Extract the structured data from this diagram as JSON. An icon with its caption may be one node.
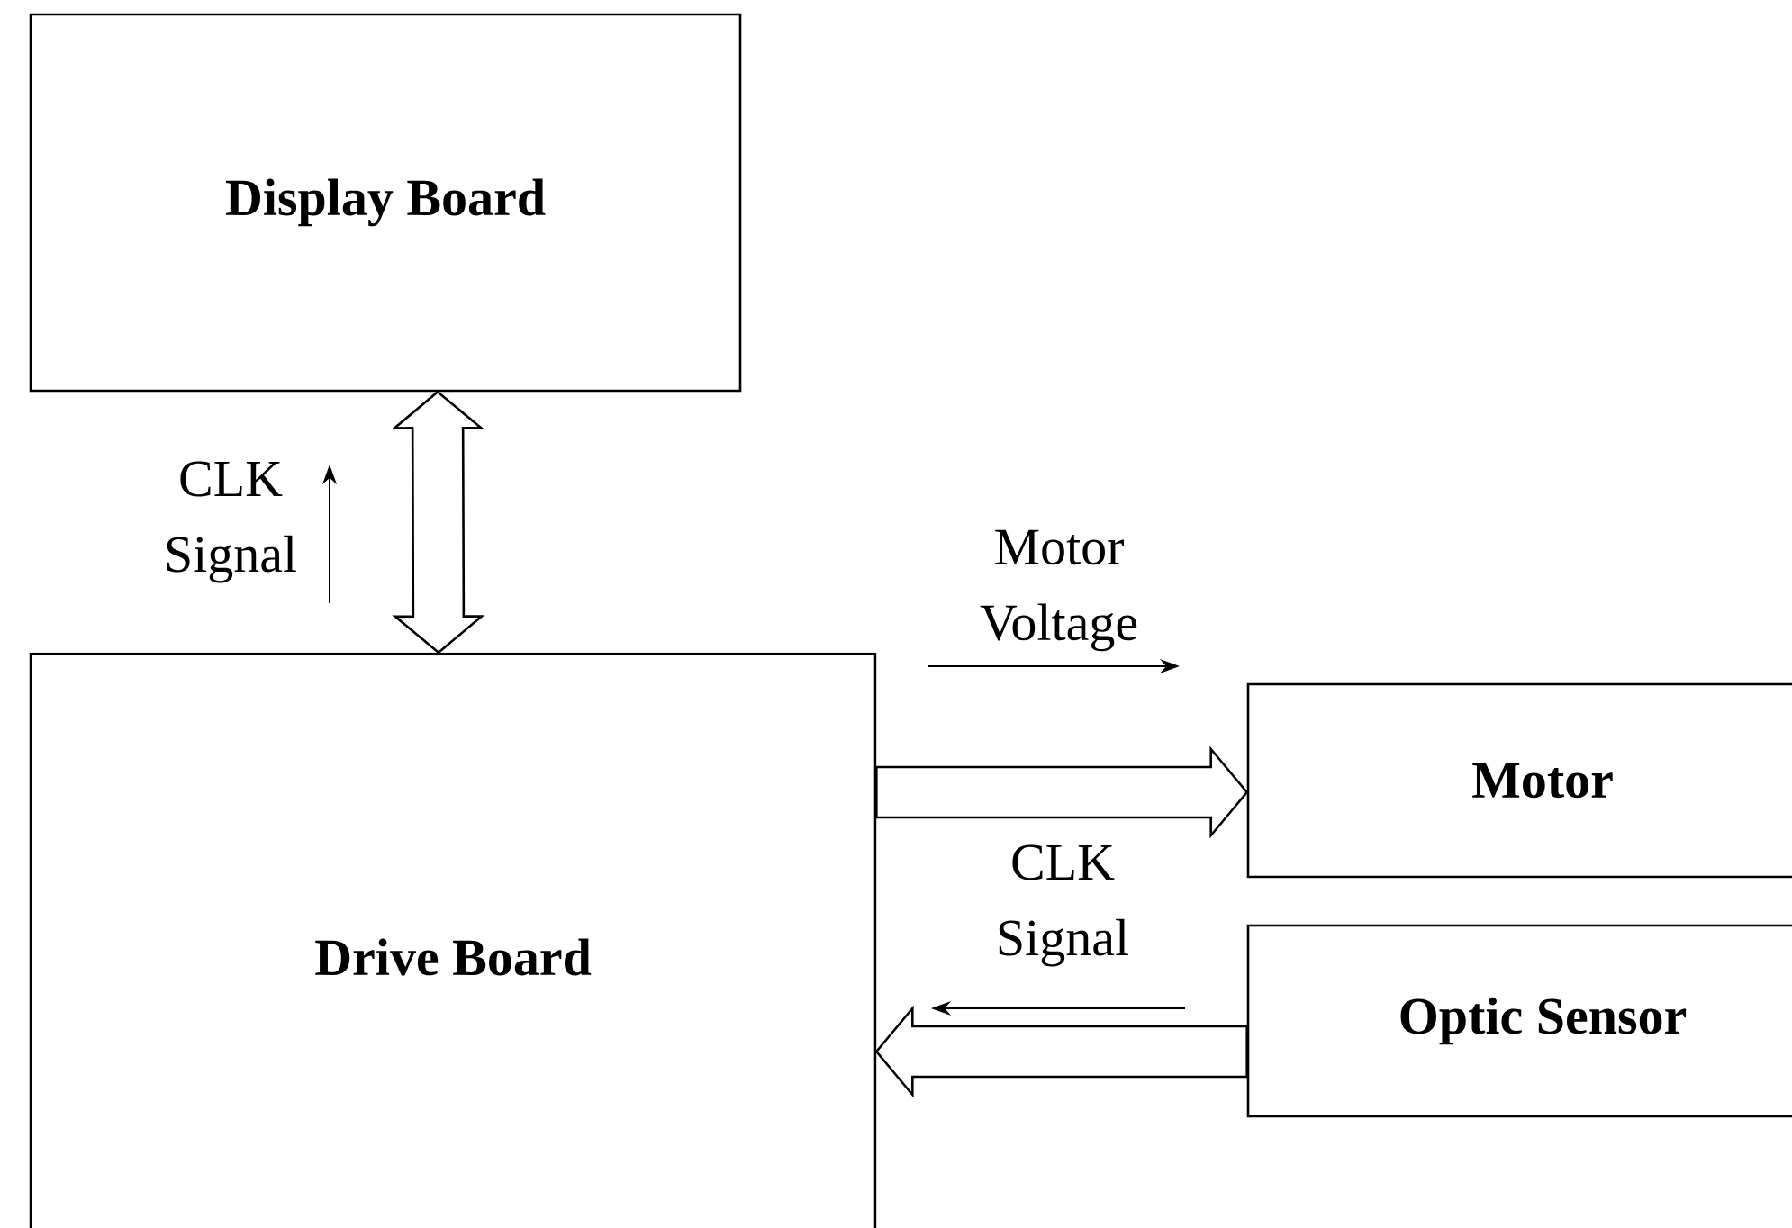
{
  "diagram": {
    "nodes": [
      {
        "text": [
          "Display Board"
        ]
      },
      {
        "text": [
          "Drive Board"
        ]
      },
      {
        "text": [
          "Motor"
        ]
      },
      {
        "text": [
          "Optic Sensor"
        ]
      }
    ],
    "edges": [
      {
        "from": 0,
        "to": 1,
        "arrow": "both",
        "label": "CLK Signal"
      },
      {
        "from": 1,
        "to": 2,
        "arrow": "to",
        "label": "Motor Voltage"
      },
      {
        "from": 3,
        "to": 1,
        "arrow": "to",
        "label": "CLK Signal"
      }
    ]
  }
}
